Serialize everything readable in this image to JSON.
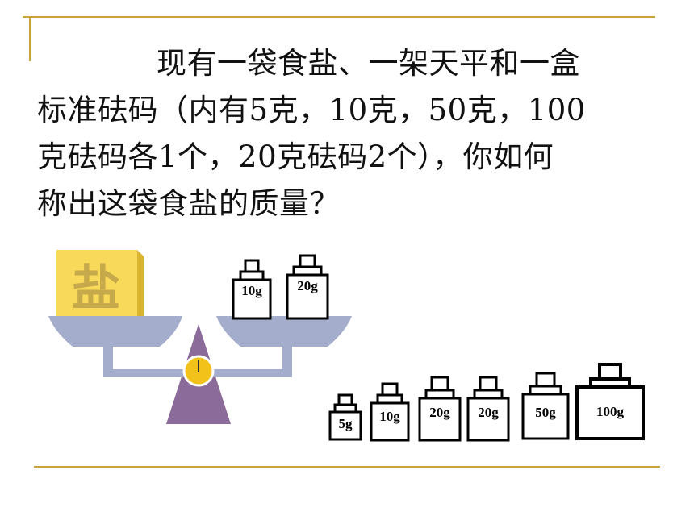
{
  "question": {
    "lines": [
      "现有一袋食盐、一架天平和一盒",
      "标准砝码（内有5克，10克，50克，100",
      "克砝码各1个，20克砝码2个），你如何",
      "称出这袋食盐的质量？"
    ]
  },
  "salt_bag": {
    "label": "盐"
  },
  "balance_right_pan": {
    "weights": [
      "10g",
      "20g"
    ]
  },
  "weight_set": {
    "weights": [
      "5g",
      "10g",
      "20g",
      "20g",
      "50g",
      "100g"
    ]
  },
  "colors": {
    "accent_line": "#c9a23a",
    "salt_bag": "#f8d95a",
    "pan": "#a4aecc",
    "pillar": "#8a6b9a",
    "dial": "#f2c21a"
  }
}
